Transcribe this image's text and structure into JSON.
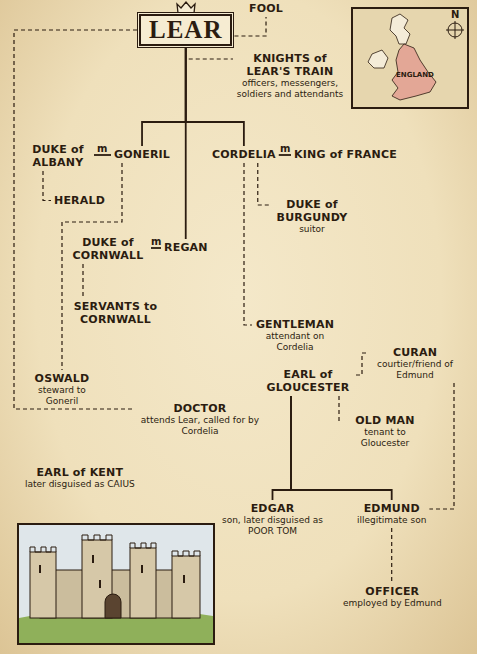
{
  "diagram": {
    "nodes": [
      {
        "text": [
          "LEAR"
        ]
      },
      {
        "text": [
          "FOOL"
        ]
      },
      {
        "text": [
          "KNIGHTS of LEAR'S TRAIN",
          "officers, messengers, soldiers and attendants"
        ]
      },
      {
        "text": [
          "DUKE of ALBANY"
        ]
      },
      {
        "text": [
          "GONERIL"
        ]
      },
      {
        "text": [
          "CORDELIA"
        ]
      },
      {
        "text": [
          "KING of FRANCE"
        ]
      },
      {
        "text": [
          "HERALD"
        ]
      },
      {
        "text": [
          "DUKE of BURGUNDY",
          "suitor"
        ]
      },
      {
        "text": [
          "DUKE of CORNWALL"
        ]
      },
      {
        "text": [
          "REGAN"
        ]
      },
      {
        "text": [
          "SERVANTS to CORNWALL"
        ]
      },
      {
        "text": [
          "GENTLEMAN",
          "attendant on Cordelia"
        ]
      },
      {
        "text": [
          "OSWALD",
          "steward to Goneril"
        ]
      },
      {
        "text": [
          "DOCTOR",
          "attends Lear, called for by Cordelia"
        ]
      },
      {
        "text": [
          "EARL of GLOUCESTER"
        ]
      },
      {
        "text": [
          "CURAN",
          "courtier/friend of Edmund"
        ]
      },
      {
        "text": [
          "EARL of KENT",
          "later disguised as CAIUS"
        ]
      },
      {
        "text": [
          "OLD MAN",
          "tenant to Gloucester"
        ]
      },
      {
        "text": [
          "EDGAR",
          "son, later disguised as POOR TOM"
        ]
      },
      {
        "text": [
          "EDMUND",
          "illegitimate son"
        ]
      },
      {
        "text": [
          "OFFICER",
          "employed by Edmund"
        ]
      }
    ],
    "edges": [
      {
        "from": 0,
        "to": 1,
        "arrow": "none"
      },
      {
        "from": 0,
        "to": 2,
        "arrow": "none"
      },
      {
        "from": 0,
        "to": 4,
        "arrow": "none"
      },
      {
        "from": 0,
        "to": 5,
        "arrow": "none"
      },
      {
        "from": 0,
        "to": 10,
        "arrow": "none"
      },
      {
        "from": 3,
        "to": 4,
        "arrow": "none"
      },
      {
        "from": 5,
        "to": 6,
        "arrow": "none"
      },
      {
        "from": 3,
        "to": 7,
        "arrow": "none"
      },
      {
        "from": 5,
        "to": 8,
        "arrow": "none"
      },
      {
        "from": 9,
        "to": 10,
        "arrow": "none"
      },
      {
        "from": 9,
        "to": 11,
        "arrow": "none"
      },
      {
        "from": 5,
        "to": 12,
        "arrow": "none"
      },
      {
        "from": 4,
        "to": 13,
        "arrow": "none"
      },
      {
        "from": 0,
        "to": 14,
        "arrow": "none"
      },
      {
        "from": 15,
        "to": 16,
        "arrow": "none"
      },
      {
        "from": 16,
        "to": 20,
        "arrow": "none"
      },
      {
        "from": 15,
        "to": 18,
        "arrow": "none"
      },
      {
        "from": 15,
        "to": 19,
        "arrow": "none"
      },
      {
        "from": 15,
        "to": 20,
        "arrow": "none"
      },
      {
        "from": 20,
        "to": 21,
        "arrow": "none"
      }
    ],
    "labels": [
      "m",
      "m",
      "m",
      "ENGLAND",
      "N"
    ]
  }
}
